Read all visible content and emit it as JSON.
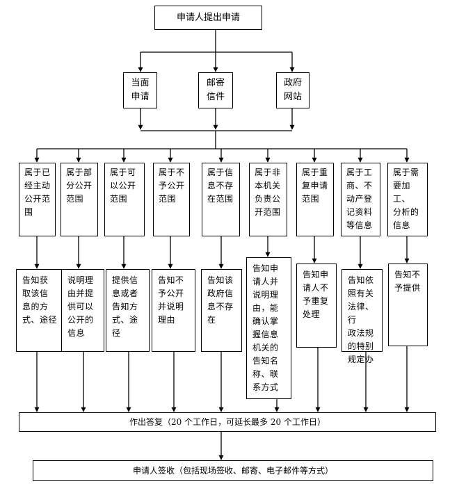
{
  "start": "申请人提出申请",
  "channels": [
    "当面\n申请",
    "邮寄\n信件",
    "政府\n网站"
  ],
  "categories": [
    "属于已\n经主动\n公开范\n围",
    "属于部\n分公开\n范围",
    "属于可\n以公开\n范围",
    "属于不\n予公开\n范围",
    "属于信\n息不存\n在范围",
    "属于非\n本机关\n负责公\n开范围",
    "属于重\n复申请\n范围",
    "属于工\n商、不\n动产登\n记资料\n等信息",
    "属于需\n要加工、\n分析的\n信息"
  ],
  "results": [
    "告知获\n取该信\n息的方\n式、途径",
    "说明理\n由并提\n供可以\n公开的\n信息",
    "提供信\n息或者\n告知方\n式、途径",
    "告知不\n予公开\n并说明\n理由",
    "告知该\n政府信\n息不存\n在",
    "告知申\n请人并\n说明理\n由，能\n确认掌\n握信息\n机关的\n告知名\n称、联\n系方式",
    "告知申\n请人不\n予重复\n处理",
    "告知依\n照有关\n法律、行\n政法规\n的特别\n规定办",
    "告知不\n予提供"
  ],
  "reply": "作出答复（20 个工作日，可延长最多 20 个工作日）",
  "receipt": "申请人签收（包括现场签收、邮寄、电子邮件等方式）"
}
